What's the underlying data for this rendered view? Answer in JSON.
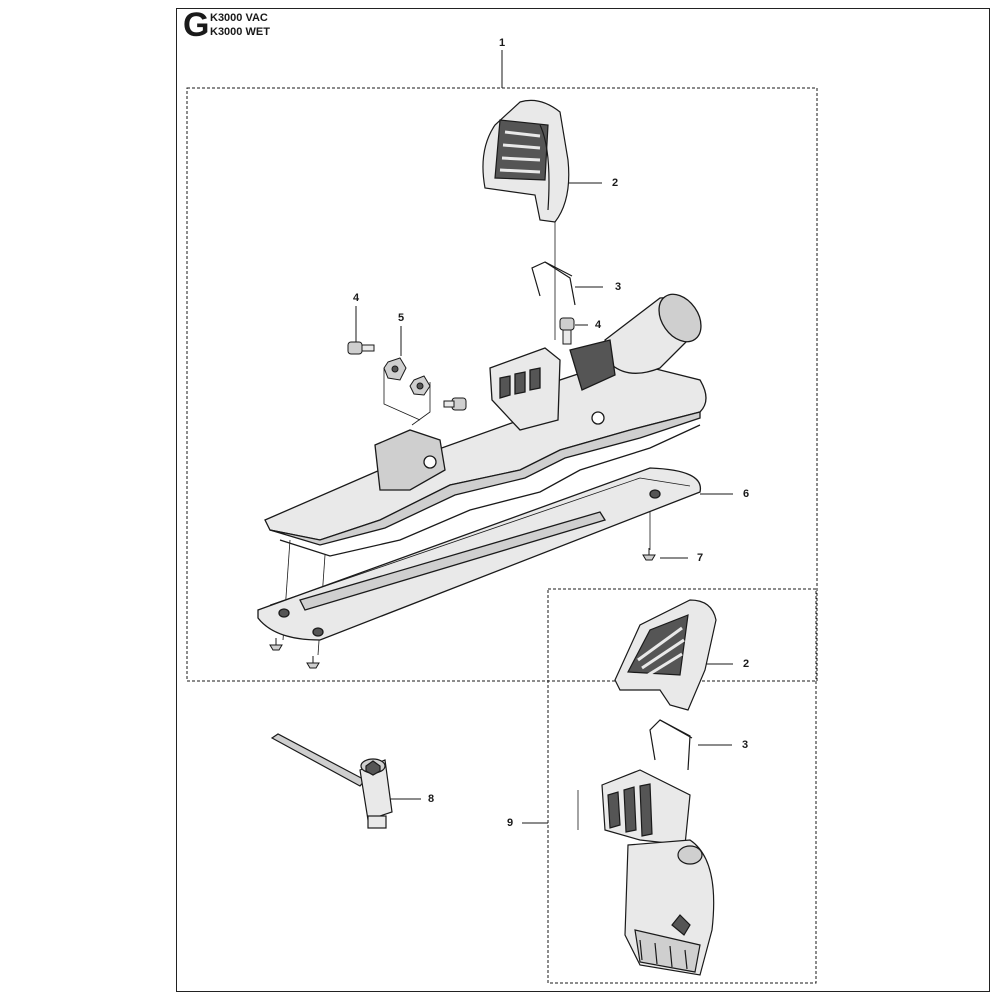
{
  "header": {
    "section_letter": "G",
    "models": [
      "K3000 VAC",
      "K3000 WET"
    ]
  },
  "callouts": {
    "c1": "1",
    "c2a": "2",
    "c3a": "3",
    "c4a": "4",
    "c4b": "4",
    "c5": "5",
    "c6": "6",
    "c7": "7",
    "c8": "8",
    "c2b": "2",
    "c3b": "3",
    "c9": "9"
  },
  "colors": {
    "line": "#1a1a1a",
    "fill_light": "#e9e9e9",
    "fill_mid": "#cfcfcf",
    "fill_dark": "#555555"
  }
}
